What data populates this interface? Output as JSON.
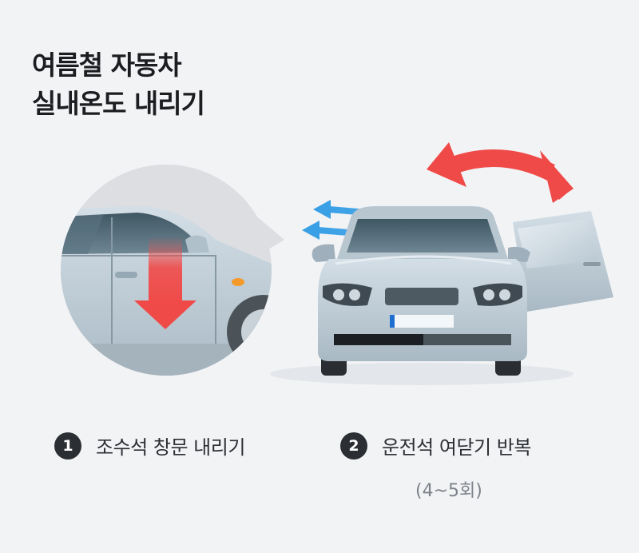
{
  "title": {
    "line1": "여름철 자동차",
    "line2": "실내온도 내리기"
  },
  "steps": [
    {
      "number": "1",
      "label": "조수석 창문 내리기"
    },
    {
      "number": "2",
      "label": "운전석 여닫기 반복",
      "note": "(4~5회)"
    }
  ],
  "icons": {
    "window_arrow": "down-arrow-icon",
    "door_motion": "double-arrow-icon",
    "airflow": "airflow-arrows-icon"
  },
  "colors": {
    "background": "#f2f3f5",
    "accent_red": "#f04a48",
    "airflow_blue": "#3aa0e6",
    "car_body": "#c3d1db",
    "badge": "#2b2e33"
  }
}
